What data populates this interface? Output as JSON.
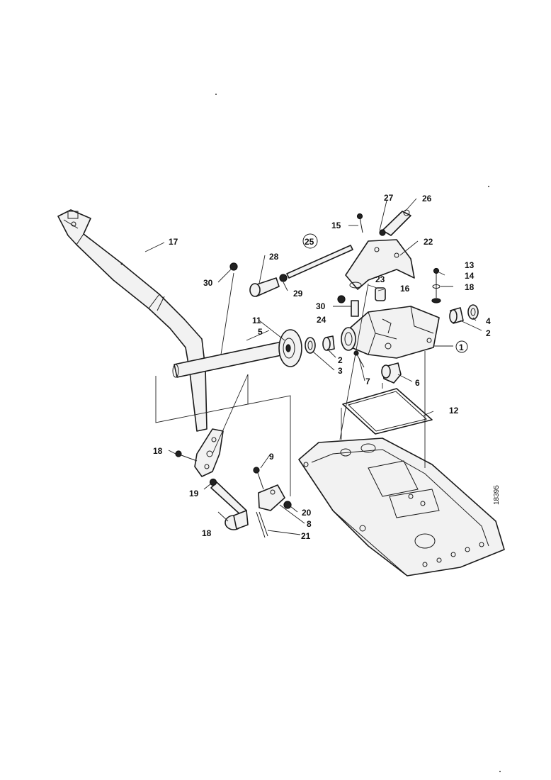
{
  "labels": {
    "l1": "1",
    "l2a": "2",
    "l2b": "2",
    "l3": "3",
    "l4": "4",
    "l5": "5",
    "l6": "6",
    "l7": "7",
    "l8": "8",
    "l9": "9",
    "l11": "11",
    "l12": "12",
    "l13": "13",
    "l14": "14",
    "l15": "15",
    "l16": "16",
    "l17": "17",
    "l18a": "18",
    "l18b": "18",
    "l18c": "18",
    "l19": "19",
    "l20": "20",
    "l21": "21",
    "l22": "22",
    "l23": "23",
    "l24": "24",
    "l25": "25",
    "l26": "26",
    "l27": "27",
    "l28": "28",
    "l29": "29",
    "l30a": "30",
    "l30b": "30"
  },
  "reference_code": "18395"
}
